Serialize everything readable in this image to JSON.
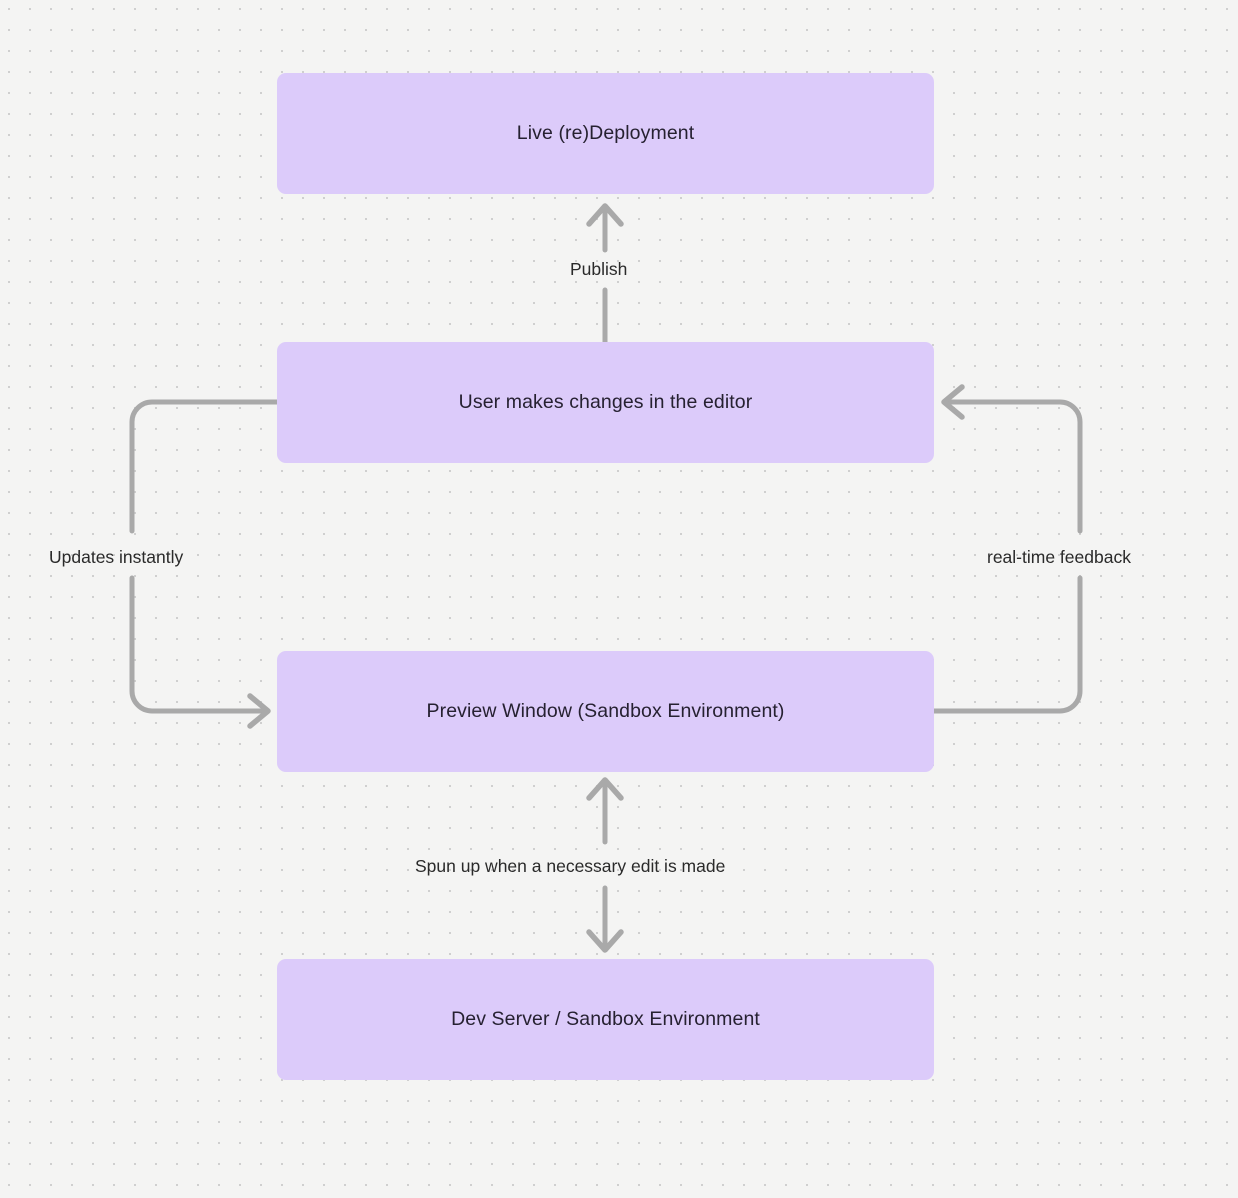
{
  "diagram": {
    "type": "flowchart",
    "background_color": "#f4f4f3",
    "dot_grid_color": "#cfcfcf",
    "node_fill": "#dccbfa",
    "node_text_color": "#262131",
    "edge_color": "#a9a9a9",
    "nodes": [
      {
        "id": "live",
        "label": "Live (re)Deployment"
      },
      {
        "id": "editor",
        "label": "User makes changes in the editor"
      },
      {
        "id": "preview",
        "label": "Preview Window (Sandbox Environment)"
      },
      {
        "id": "devserver",
        "label": "Dev Server / Sandbox Environment"
      }
    ],
    "edges": [
      {
        "id": "publish",
        "from": "editor",
        "to": "live",
        "label": "Publish",
        "direction": "up"
      },
      {
        "id": "updates",
        "from": "editor",
        "to": "preview",
        "label": "Updates instantly",
        "direction": "down-left-loop"
      },
      {
        "id": "realtime",
        "from": "preview",
        "to": "editor",
        "label": "real-time feedback",
        "direction": "up-right-loop"
      },
      {
        "id": "spun",
        "from": "preview",
        "to": "devserver",
        "label": "Spun up when a necessary edit is made",
        "direction": "bidirectional"
      }
    ]
  }
}
